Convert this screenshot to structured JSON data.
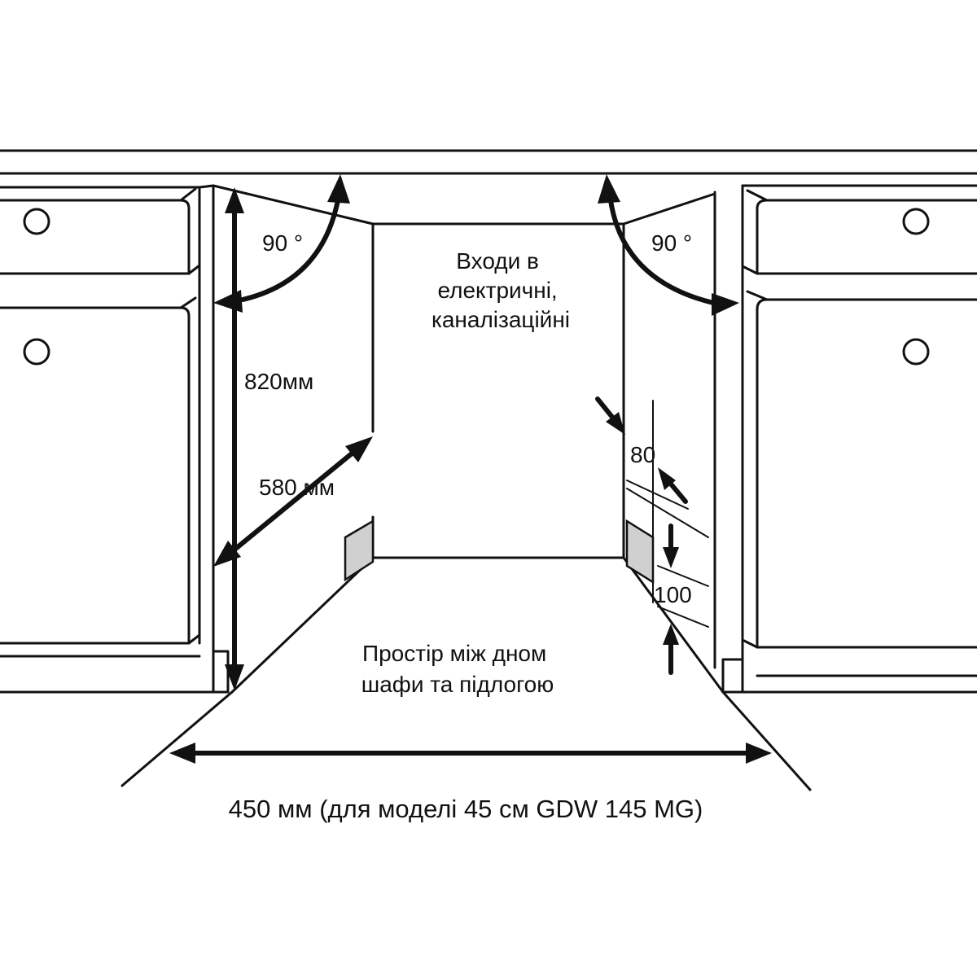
{
  "labels": {
    "angle_left": "90 °",
    "angle_right": "90 °",
    "height": "820мм",
    "depth": "580 мм",
    "inlets": [
      "Входи в",
      "електричні,",
      "каналізаційні"
    ],
    "dim_80": "80",
    "dim_100": "100",
    "floor_space": [
      "Простір між дном",
      "шафи та підлогою"
    ],
    "width": "450 мм (для моделі 45 см GDW 145 MG)"
  },
  "colors": {
    "line": "#111111",
    "plinth_fill": "#d0d0d0",
    "background": "#ffffff"
  }
}
